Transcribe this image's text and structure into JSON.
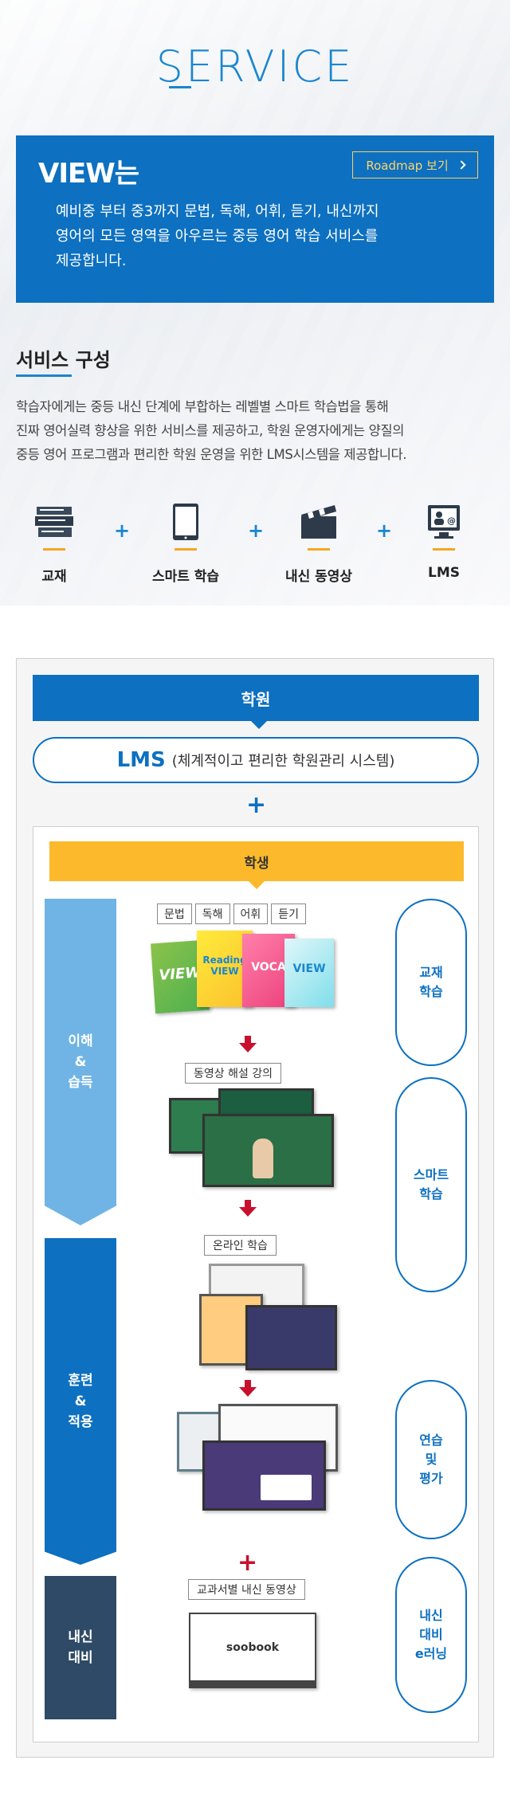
{
  "header": {
    "title": "SERVICE"
  },
  "view_box": {
    "title": "VIEW는",
    "roadmap_label": "Roadmap 보기",
    "description_lines": [
      "예비중 부터 중3까지 문법, 독해, 어휘, 듣기, 내신까지",
      "영어의 모든 영역을 아우르는 중등 영어 학습 서비스를",
      "제공합니다."
    ]
  },
  "composition": {
    "title": "서비스 구성",
    "description_lines": [
      "학습자에게는 중등 내신 단계에 부합하는 레벨별 스마트 학습법을 통해",
      "진짜 영어실력 향상을 위한 서비스를 제공하고, 학원 운영자에게는 양질의",
      "중등 영어 프로그램과 편리한 학원 운영을 위한 LMS시스템을 제공합니다."
    ],
    "items": [
      {
        "label": "교재",
        "icon": "books-icon"
      },
      {
        "label": "스마트 학습",
        "icon": "tablet-icon"
      },
      {
        "label": "내신 동영상",
        "icon": "clapperboard-icon"
      },
      {
        "label": "LMS",
        "icon": "monitor-user-icon"
      }
    ],
    "plus": "+"
  },
  "diagram": {
    "academy": "학원",
    "lms_name": "LMS",
    "lms_sub": "(체계적이고 편리한 학원관리 시스템)",
    "plus": "+",
    "student": "학생",
    "stages": [
      {
        "lines": [
          "이해",
          "&",
          "습득"
        ]
      },
      {
        "lines": [
          "훈련",
          "&",
          "적용"
        ]
      },
      {
        "lines": [
          "내신",
          "대비"
        ]
      }
    ],
    "tags": [
      "문법",
      "독해",
      "어휘",
      "듣기"
    ],
    "captions": {
      "video_lecture": "동영상 해설 강의",
      "online": "온라인 학습",
      "textbook_video": "교과서별 내신 동영상"
    },
    "ovals": [
      {
        "lines": [
          "교재",
          "학습"
        ]
      },
      {
        "lines": [
          "스마트",
          "학습"
        ]
      },
      {
        "lines": [
          "연습",
          "및",
          "평가"
        ]
      },
      {
        "lines": [
          "내신",
          "대비",
          "e러닝"
        ]
      }
    ],
    "books": [
      "VIEW",
      "Reading VIEW",
      "VOCA",
      "VIEW"
    ],
    "soobook": "soobook"
  },
  "colors": {
    "brand_blue": "#0d70c0",
    "light_blue": "#6fb4e4",
    "navy": "#2e4a66",
    "yellow": "#fbb92b",
    "red": "#c8102e"
  }
}
